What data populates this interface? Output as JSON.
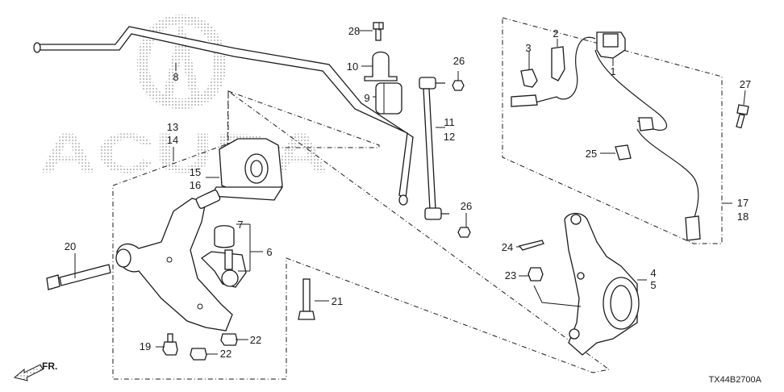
{
  "watermark": {
    "brand_text": "ACURA"
  },
  "callouts": [
    {
      "id": "1",
      "text": "1"
    },
    {
      "id": "2",
      "text": "2"
    },
    {
      "id": "3",
      "text": "3"
    },
    {
      "id": "4",
      "text": "4"
    },
    {
      "id": "5",
      "text": "5"
    },
    {
      "id": "6",
      "text": "6"
    },
    {
      "id": "7",
      "text": "7"
    },
    {
      "id": "8",
      "text": "8"
    },
    {
      "id": "9",
      "text": "9"
    },
    {
      "id": "10",
      "text": "10"
    },
    {
      "id": "11",
      "text": "11"
    },
    {
      "id": "12",
      "text": "12"
    },
    {
      "id": "13",
      "text": "13"
    },
    {
      "id": "14",
      "text": "14"
    },
    {
      "id": "15",
      "text": "15"
    },
    {
      "id": "16",
      "text": "16"
    },
    {
      "id": "17",
      "text": "17"
    },
    {
      "id": "18",
      "text": "18"
    },
    {
      "id": "19",
      "text": "19"
    },
    {
      "id": "20",
      "text": "20"
    },
    {
      "id": "21",
      "text": "21"
    },
    {
      "id": "22a",
      "text": "22"
    },
    {
      "id": "22b",
      "text": "22"
    },
    {
      "id": "23",
      "text": "23"
    },
    {
      "id": "24",
      "text": "24"
    },
    {
      "id": "25",
      "text": "25"
    },
    {
      "id": "26a",
      "text": "26"
    },
    {
      "id": "26b",
      "text": "26"
    },
    {
      "id": "27",
      "text": "27"
    },
    {
      "id": "28",
      "text": "28"
    }
  ],
  "direction_label": "FR.",
  "diagram_code": "TX44B2700A"
}
